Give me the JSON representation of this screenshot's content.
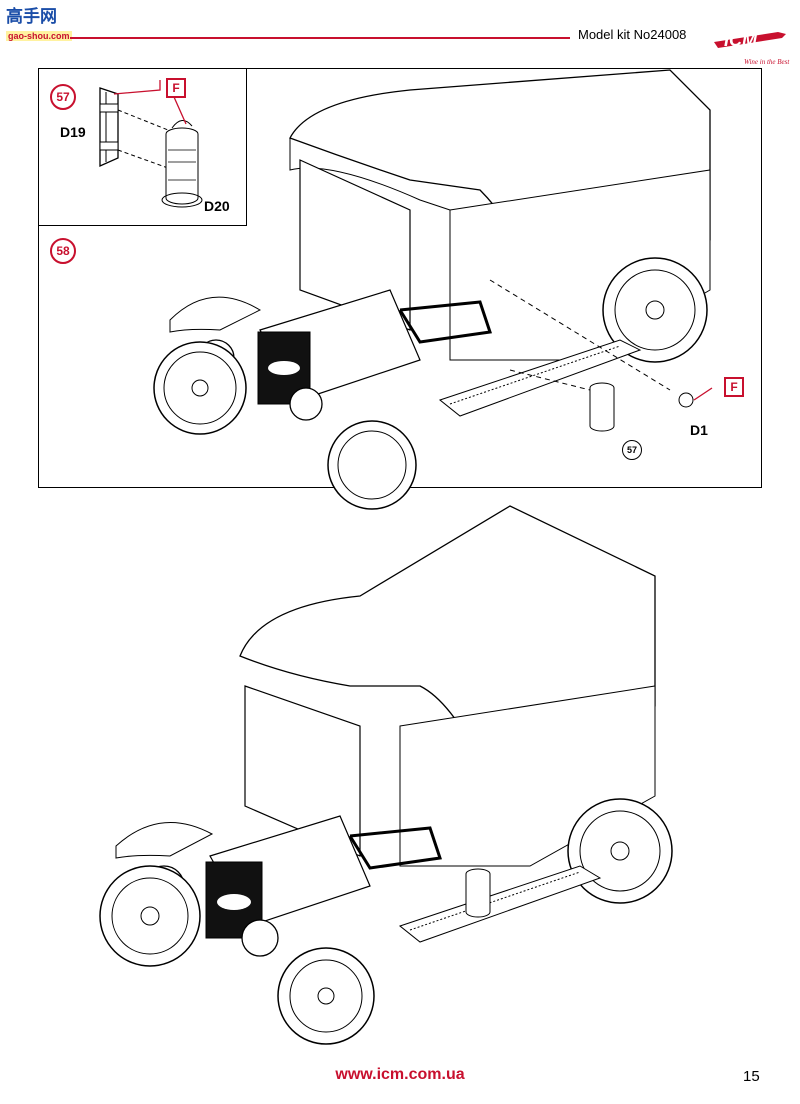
{
  "header": {
    "watermark_top": "高手网",
    "watermark_bottom": "gao-shou.com",
    "kit_label": "Model kit No24008",
    "brand_logo": "ICM",
    "brand_tagline": "Wine in the Best",
    "accent_color": "#c8102e"
  },
  "steps": [
    {
      "number": "57",
      "parts": [
        "D19",
        "D20"
      ],
      "flag": "F"
    },
    {
      "number": "58",
      "parts": [
        "D1"
      ],
      "flag": "F",
      "ref": "57"
    }
  ],
  "footer": {
    "url": "www.icm.com.ua",
    "page_number": "15"
  }
}
